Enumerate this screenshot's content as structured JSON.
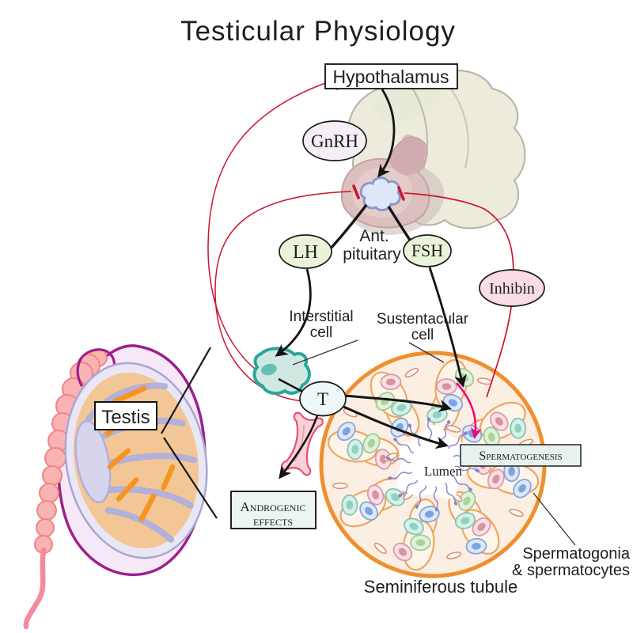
{
  "title": "Testicular Physiology",
  "labels": {
    "hypothalamus": "Hypothalamus",
    "gnrh": "GnRH",
    "ant_pituitary": [
      "Ant.",
      "pituitary"
    ],
    "lh": "LH",
    "fsh": "FSH",
    "inhibin": "Inhibin",
    "interstitial": [
      "Interstitial",
      "cell"
    ],
    "sustentacular": [
      "Sustentacular",
      "cell"
    ],
    "testis": "Testis",
    "testosterone": "T",
    "androgenic": [
      "Androgenic",
      "effects"
    ],
    "spermatogenesis": "Spermatogenesis",
    "lumen": "Lumen",
    "spermatogonia": [
      "Spermatogonia",
      "& spermatocytes"
    ],
    "seminiferous": "Seminiferous tubule"
  },
  "colors": {
    "feedback_red": "#cf1330",
    "stimulation_black": "#141414",
    "spermatogenesis_pink": "#f2047c",
    "tubule_orange": "#ef8f2e",
    "interstitial_teal": "#2aa79b",
    "testis_purple": "#9c1f8e",
    "gnrh_fill": "#f6eef6",
    "lh_fill": "#e9f3da",
    "fsh_fill": "#e9f3da",
    "inhibin_fill": "#f9dce6",
    "t_fill": "#eef8fb"
  }
}
